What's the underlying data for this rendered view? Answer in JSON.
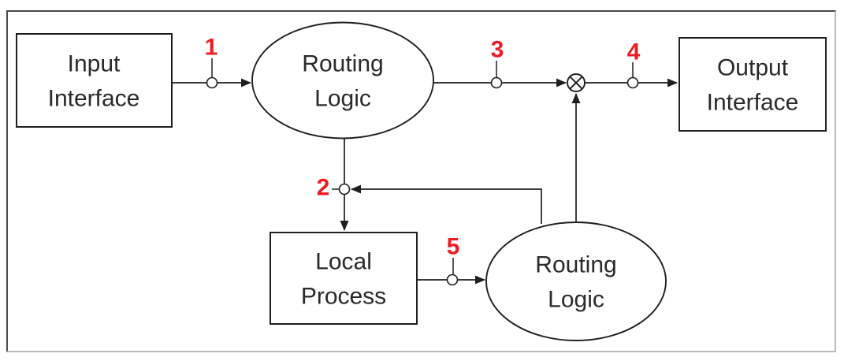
{
  "diagram": {
    "type": "flow-diagram",
    "nodes": {
      "input_interface": {
        "shape": "rectangle",
        "line1": "Input",
        "line2": "Interface"
      },
      "routing_logic_top": {
        "shape": "ellipse",
        "line1": "Routing",
        "line2": "Logic"
      },
      "output_interface": {
        "shape": "rectangle",
        "line1": "Output",
        "line2": "Interface"
      },
      "local_process": {
        "shape": "rectangle",
        "line1": "Local",
        "line2": "Process"
      },
      "routing_logic_bottom": {
        "shape": "ellipse",
        "line1": "Routing",
        "line2": "Logic"
      },
      "junction": {
        "shape": "circled-times",
        "icon": "circled-times-icon"
      }
    },
    "point_labels": {
      "p1": "1",
      "p2": "2",
      "p3": "3",
      "p4": "4",
      "p5": "5"
    },
    "edges": [
      {
        "from": "input_interface",
        "to": "routing_logic_top",
        "via_point": "1"
      },
      {
        "from": "routing_logic_top",
        "to": "junction",
        "via_point": "3"
      },
      {
        "from": "junction",
        "to": "output_interface",
        "via_point": "4"
      },
      {
        "from": "routing_logic_top",
        "to": "local_process",
        "via_point": "2"
      },
      {
        "from": "routing_logic_bottom",
        "to": "point_2",
        "via_point": null,
        "note": "feedback into point 2"
      },
      {
        "from": "local_process",
        "to": "routing_logic_bottom",
        "via_point": "5"
      },
      {
        "from": "routing_logic_bottom",
        "to": "junction",
        "via_point": null
      }
    ]
  },
  "colors": {
    "stroke": "#1f1f1f",
    "point_label_red": "#ed1c24",
    "node_fill": "#ffffff",
    "frame_dark": "#4a4a4a",
    "frame_light": "#b9b9b9"
  }
}
